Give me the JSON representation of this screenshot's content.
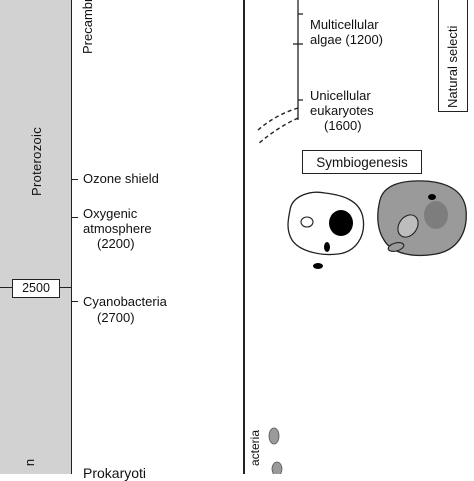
{
  "eons": {
    "proterozoic": "Proterozoic",
    "bottom_fragment": "n"
  },
  "scale_marker": "2500",
  "precambrian_fragment": "Precambri",
  "events_left": {
    "ozone": "Ozone shield",
    "oxygenic_line1": "Oxygenic",
    "oxygenic_line2": "atmosphere",
    "oxygenic_line3": "(2200)",
    "cyano_line1": "Cyanobacteria",
    "cyano_line2": "(2700)",
    "bottom_fragment": "Prokaryoti"
  },
  "events_right": {
    "multicellular_line1": "Multicellular",
    "multicellular_line2": "algae (1200)",
    "unicellular_line1": "Unicellular",
    "unicellular_line2": "eukaryotes",
    "unicellular_line3": "(1600)"
  },
  "symbiogenesis_label": "Symbiogenesis",
  "natural_selection_fragment": "Natural selecti",
  "bacteria_fragment": "acteria"
}
